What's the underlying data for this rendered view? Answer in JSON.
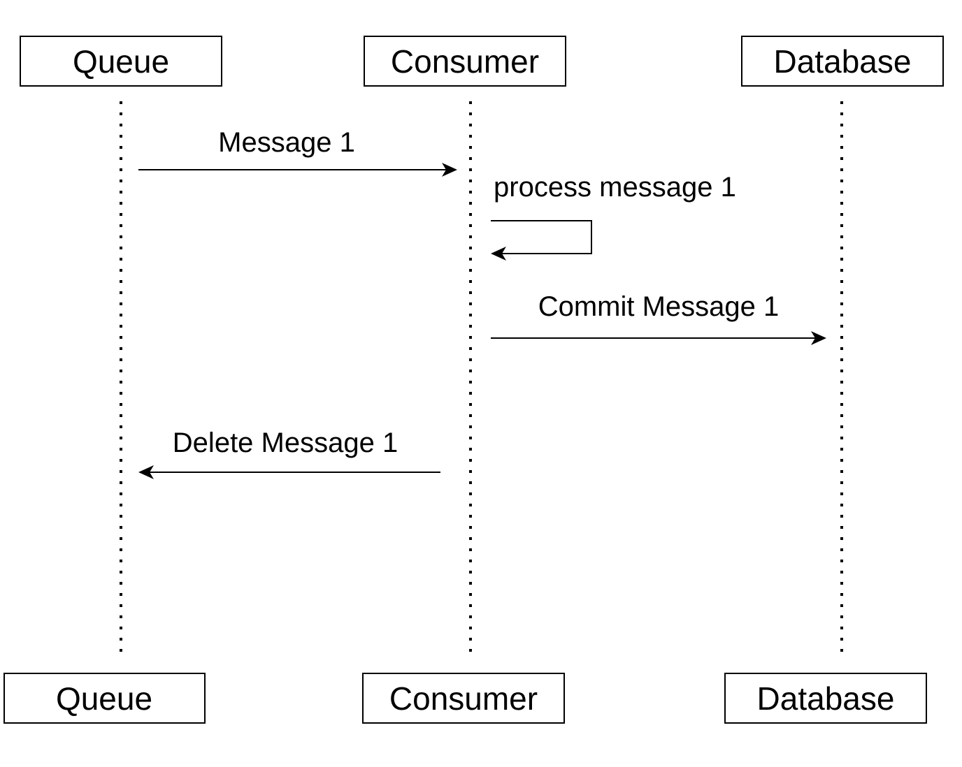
{
  "participants_top": [
    {
      "id": "queue",
      "label": "Queue"
    },
    {
      "id": "consumer",
      "label": "Consumer"
    },
    {
      "id": "database",
      "label": "Database"
    }
  ],
  "participants_bottom": [
    {
      "id": "queue",
      "label": "Queue"
    },
    {
      "id": "consumer",
      "label": "Consumer"
    },
    {
      "id": "database",
      "label": "Database"
    }
  ],
  "messages": [
    {
      "from": "queue",
      "to": "consumer",
      "label": "Message 1"
    },
    {
      "from": "consumer",
      "to": "consumer",
      "label": "process message 1"
    },
    {
      "from": "consumer",
      "to": "database",
      "label": "Commit Message 1"
    },
    {
      "from": "consumer",
      "to": "queue",
      "label": "Delete Message 1"
    }
  ]
}
